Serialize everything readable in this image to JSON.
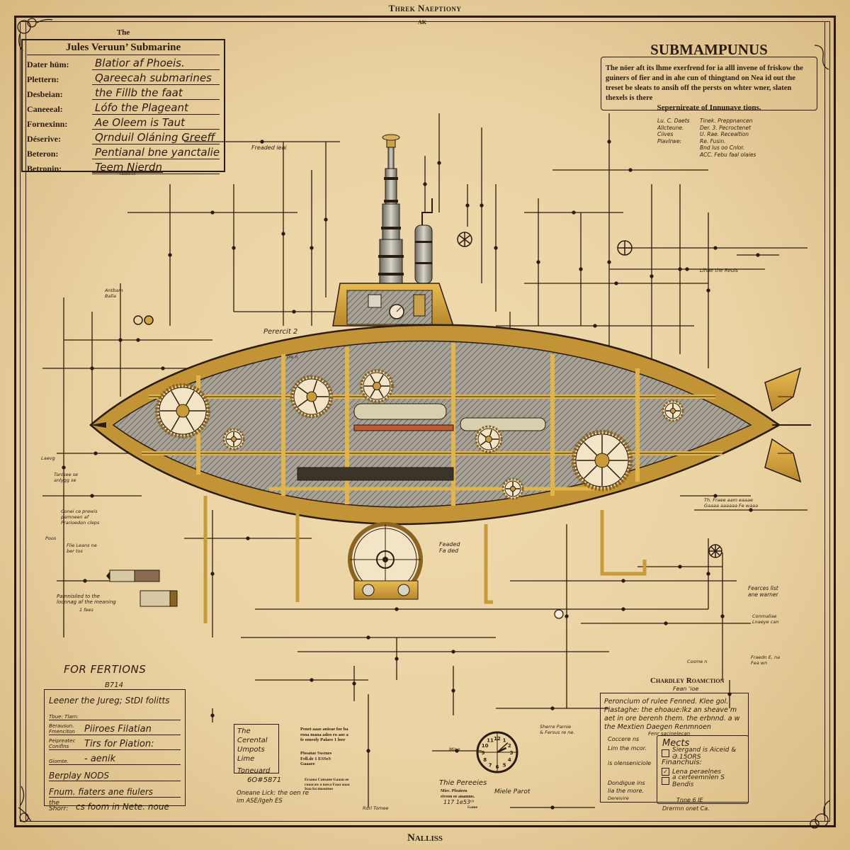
{
  "header": {
    "title": "Threk Naeptiony",
    "mark": "AK"
  },
  "footer": {
    "title": "Nalliss"
  },
  "spec_card": {
    "the_label": "The",
    "title": "Jules Veruun’ Submarine",
    "rows": [
      {
        "key": "Dater hüm:",
        "value": "Blatior af Phoeis."
      },
      {
        "key": "Plettern:",
        "value": "Qareecah submarines"
      },
      {
        "key": "Desbeian:",
        "value": "the Fillb the faat"
      },
      {
        "key": "Caneeeal:",
        "value": "Lófo the Plageant"
      },
      {
        "key": "Fornexinn:",
        "value": "Ae Oleem is Taut"
      },
      {
        "key": "Déserive:",
        "value": "Qrnduil Oláning Greeff"
      },
      {
        "key": "Beteron:",
        "value": "Pentianal bne yanctalien."
      },
      {
        "key": "Betronin:",
        "value": "Teem Nierdn"
      }
    ],
    "footnote": "Sllannn Lll"
  },
  "description": {
    "title": "SUBMAMPUNUS",
    "body": "The nöer aft its lhme exerfrend for ia alll invene of friskow the guiners of fier and in ahe cun of thingtand on Nea id out the treset be sleats to ansih off the persts on whter wner, slaten thexels is there",
    "signature": "Sepernireate of Innunave tions."
  },
  "legend": [
    {
      "key": "Lu. C. Daets",
      "value": "Tinek. Preppnancen"
    },
    {
      "key": "Allcteune.",
      "value": "Der. 3. Pecroctenet"
    },
    {
      "key": "Ciives",
      "value": "U. Rae. Recealtion"
    },
    {
      "key": "Plavlrwe:",
      "value": "Re. Fusin."
    },
    {
      "key": "",
      "value": "Bnd lus oo Cnlor."
    },
    {
      "key": "",
      "value": "ACC. Febu faal olaies"
    }
  ],
  "for_fertions": {
    "title": "FOR FERTIONS",
    "code": "B714",
    "heading": "Leener the Jureg; StDI folitts",
    "rows": [
      {
        "key": "Tbue: Tlam:",
        "value": ""
      },
      {
        "key": "Berausun. Fmenciton",
        "value": "Piiroes Filatian"
      },
      {
        "key": "Peipreatec Coniflns",
        "value": "Tirs for Piation:"
      },
      {
        "key": "Giomte.",
        "value": "- aenik"
      }
    ],
    "line_berplay": "Berplay NODS",
    "line_fnum": "Fnum. fiaters ane fiulers",
    "line_shorr_key": "the Shorr:",
    "line_shorr_val": "cs foom in Nete. noue"
  },
  "chardley": {
    "title": "Chardley Roamction",
    "subtitle": "Fean 'ioe",
    "body": "Peroncium of rulee Fenned. Klee gol. Fiastaghe: the ehoaue:lkz an sheave m aet in ore berenh them. the erbnnd. a w the Mextien Daegen Renmnoen",
    "note": "Fenr sacinelecan",
    "left_notes": [
      "Coccere ns",
      "Lim the mcor.",
      "is olenseniciole"
    ],
    "bottom_notes": [
      "Dondigue ins",
      "lia the more.",
      "Dereivire"
    ],
    "meets": {
      "title": "Mects",
      "items": [
        {
          "label": "Siergand is Aiceid & Ə.15ORS",
          "checked": false
        },
        {
          "label": "Financhuis:",
          "heading": true
        },
        {
          "label": "Lena peraelnes",
          "checked": true
        },
        {
          "label": "a certeemnlen S Bendis",
          "checked": false
        }
      ],
      "footer": "Tnne 6 IE"
    },
    "footer": "Drermn onet Ca."
  },
  "cerental_card": {
    "lines": [
      "The Cerental",
      "Umpots Lime",
      "Toneuard",
      "6O#5871"
    ]
  },
  "middle_notes": {
    "oneane": "Oneane Lick: the oen re im ASE/Igeh ES",
    "penet": "Penet aaae anieae foe ba rooa mana adeo ro aoe a fe omeoly Palaee 1 loer",
    "pissatae": "Pissatae Swenes Fell.de 1 ESSeS Gaaaee",
    "eraana": "Eraana Cansane Gaaan oe cuaacaw a nawa Faaa aaaa Isaa ba mosuttoo",
    "perecies_title": "Thie Pereeies",
    "perecies_body": "Miec. Pfeaieen eiveon oe anamms.",
    "perecies_code": "117 1e53ᵗʰ",
    "perecies_sub": "Game",
    "mile": "Miele Parot",
    "roll": "Rorl Tomee",
    "right_mid": "Sherre Parnie & Fersus re ne.",
    "mine": "Mine"
  },
  "annotations": {
    "feaded": "Freaded ieai",
    "perecct": "Perercit 2",
    "tre": "Tre n",
    "anten": "Antbam Balla",
    "lihae": "Lihae the Reuls",
    "laning": "Laevg",
    "tanlac": "Tanisee se anlygg se",
    "cosel": "Conei ce prewis pamneen af Prarioedon cleps",
    "poos": "Poos",
    "flie": "Flie Leans ne ber tos",
    "panerilea": "Pamnisiled to the loonnag af the meaning",
    "panerilea2": "1 fees",
    "feanceslist": "Fearces lìst ane warner",
    "comalize": "Conmaliae Lnaeye can",
    "fireador": "Fraedn E, na Fea wn",
    "cosme": "Cosme n",
    "fedsed": "Feaded Fa ded",
    "theroe": "Th. Fraee aam eaaae Gaaaa aaaaaa Fe waaa"
  },
  "clock": {
    "numbers": [
      "12",
      "1",
      "2",
      "3",
      "4",
      "5",
      "6",
      "7",
      "8",
      "9",
      "10",
      "11"
    ],
    "time_hour": 2,
    "time_minute": 8
  },
  "colors": {
    "paper": "#ecd5a6",
    "ink": "#2a1c10",
    "brass": "#d6a63e",
    "brass_dark": "#8a6420",
    "steel": "#9c9a92",
    "steel_dark": "#5a5850"
  }
}
